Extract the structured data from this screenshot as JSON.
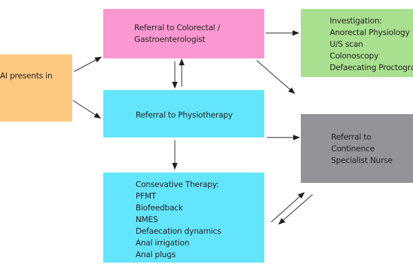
{
  "colors": {
    "start": "#fdc981",
    "colorectal": "#fb98d2",
    "investigation": "#a8e090",
    "physiotherapy": "#63e5fc",
    "nurse": "#939398",
    "conservative": "#63e5fc",
    "arrow": "#231f20"
  },
  "nodes": {
    "start": {
      "lines": [
        "AI presents in",
        ""
      ]
    },
    "colorectal": {
      "lines": [
        "Referral to Colorectal /",
        "Gastroenterologist"
      ]
    },
    "investigation": {
      "lines": [
        "Investigation:",
        "Anorectal Physiology",
        "U/S scan",
        "Colonoscopy",
        "Defaecating Proctogram"
      ]
    },
    "physiotherapy": {
      "lines": [
        "Referral to Physiotherapy"
      ]
    },
    "nurse": {
      "lines": [
        "Referral to",
        "Continence",
        "Specialist Nurse"
      ]
    },
    "conservative": {
      "lines": [
        "Consevative Therapy:",
        "PFMT",
        "Biofeedback",
        "NMES",
        "Defaecation dynamics",
        "Anal irrigation",
        "Anal plugs"
      ]
    }
  },
  "edges": [
    {
      "from": "start",
      "to": "colorectal"
    },
    {
      "from": "start",
      "to": "physiotherapy"
    },
    {
      "from": "colorectal",
      "to": "physiotherapy"
    },
    {
      "from": "physiotherapy",
      "to": "colorectal"
    },
    {
      "from": "colorectal",
      "to": "investigation"
    },
    {
      "from": "colorectal",
      "to": "nurse"
    },
    {
      "from": "physiotherapy",
      "to": "nurse"
    },
    {
      "from": "physiotherapy",
      "to": "conservative"
    },
    {
      "from": "conservative",
      "to": "nurse"
    },
    {
      "from": "nurse",
      "to": "conservative"
    }
  ]
}
